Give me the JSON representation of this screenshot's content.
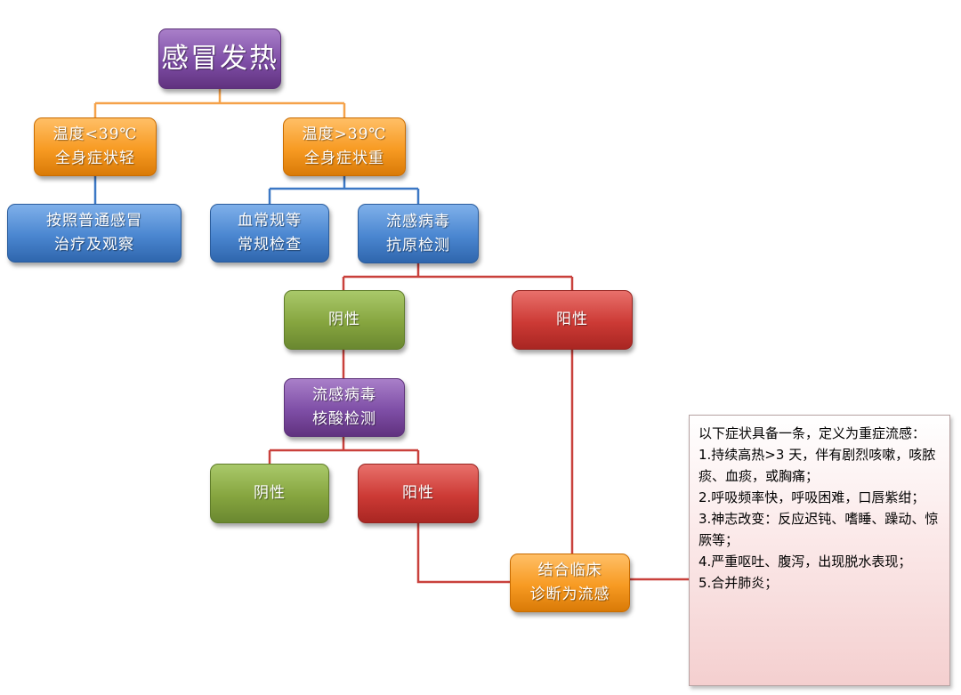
{
  "nodes": {
    "root": "感冒发热",
    "mild": "温度<39℃\n全身症状轻",
    "severe": "温度>39℃\n全身症状重",
    "common_cold_treatment": "按照普通感冒\n治疗及观察",
    "routine_test": "血常规等\n常规检查",
    "antigen_test": "流感病毒\n抗原检测",
    "antigen_negative": "阴性",
    "antigen_positive": "阳性",
    "nucleic_acid_test": "流感病毒\n核酸检测",
    "nucleic_negative": "阴性",
    "nucleic_positive": "阳性",
    "diagnosis": "结合临床\n诊断为流感"
  },
  "note": {
    "intro": "以下症状具备一条，定义为重症流感：",
    "items": [
      "1.持续高热>3 天，伴有剧烈咳嗽，咳脓痰、血痰，或胸痛；",
      "2.呼吸频率快，呼吸困难，口唇紫绀；",
      "3.神志改变：反应迟钝、嗜睡、躁动、惊厥等；",
      "4.严重呕吐、腹泻，出现脱水表现；",
      "5.合并肺炎；"
    ]
  },
  "colors": {
    "purple": "#7e4ea6",
    "orange": "#f79a22",
    "blue": "#4a86d0",
    "green": "#86a53f",
    "red": "#cc3a35",
    "orange_line": "#f5a24a",
    "blue_line": "#3c78c5",
    "red_line": "#c9413c"
  }
}
